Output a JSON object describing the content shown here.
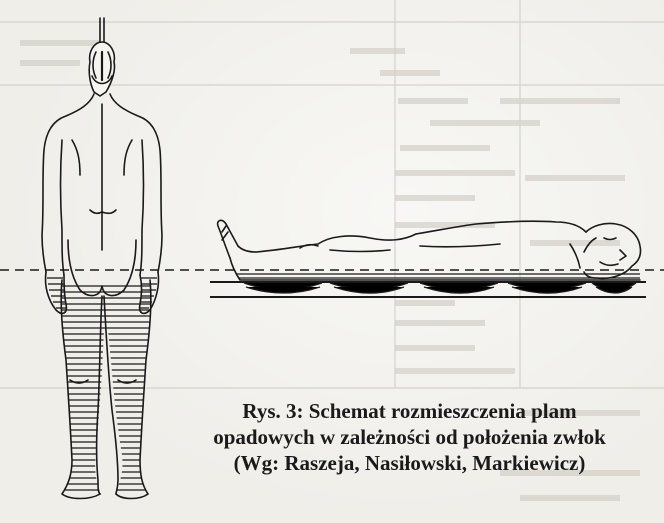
{
  "figure": {
    "caption_line1": "Rys. 3: Schemat rozmieszczenia plam",
    "caption_line2": "opadowych w zależności od położenia zwłok",
    "caption_line3": "(Wg: Raszeja, Nasiłowski, Markiewicz)"
  },
  "colors": {
    "ink": "#1a1a1a",
    "paper": "#efeee9",
    "ghost": "#c9c6be"
  }
}
